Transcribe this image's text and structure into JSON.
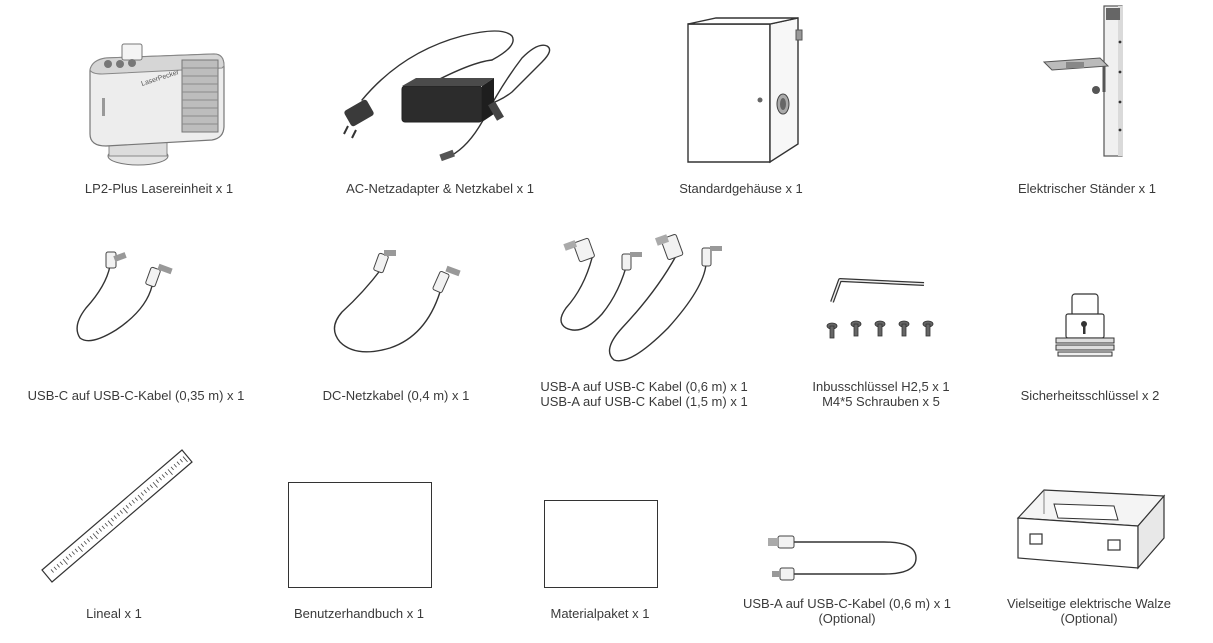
{
  "items": [
    {
      "label": "LP2-Plus Lasereinheit x 1"
    },
    {
      "label": "AC-Netzadapter & Netzkabel x 1"
    },
    {
      "label": "Standardgehäuse x 1"
    },
    {
      "label": "Elektrischer Ständer x 1"
    },
    {
      "label": "USB-C auf USB-C-Kabel (0,35 m) x 1"
    },
    {
      "label": "DC-Netzkabel (0,4 m) x 1"
    },
    {
      "label": "USB-A auf USB-C Kabel (0,6 m) x 1",
      "label2": "USB-A auf USB-C Kabel (1,5 m) x 1"
    },
    {
      "label": "Inbusschlüssel H2,5 x 1",
      "label2": "M4*5 Schrauben x 5"
    },
    {
      "label": "Sicherheitsschlüssel x 2"
    },
    {
      "label": "Lineal x 1"
    },
    {
      "label": "Benutzerhandbuch x 1"
    },
    {
      "label": "Materialpaket x 1"
    },
    {
      "label": "USB-A auf USB-C-Kabel (0,6 m) x 1",
      "label2": "(Optional)"
    },
    {
      "label": "Vielseitige elektrische Walze",
      "label2": "(Optional)"
    }
  ],
  "device_brand_text": "LaserPecker"
}
